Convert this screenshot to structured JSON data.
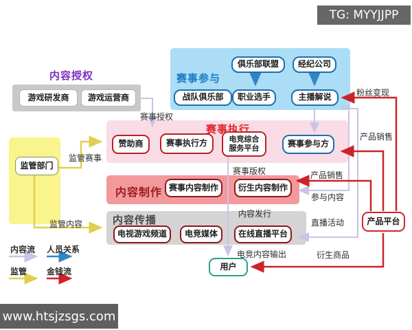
{
  "watermark_top": "TG: MYYJJPP",
  "watermark_bottom": "www.htsjzsgs.com",
  "colors": {
    "content_flow": "#c9c4e6",
    "person_relation": "#2f86c5",
    "regulation": "#e0cf4e",
    "money_flow": "#cc2229",
    "participation_bg": "#abddf6",
    "execution_bg": "#fadce6",
    "production_bg": "#f2999c",
    "distribution_bg": "#d5d3d3",
    "regulator_bg": "#f9f48b",
    "licensing_bg": "#c9c9c9"
  },
  "groups": {
    "licensing": {
      "title": "内容授权",
      "box_dev": "游戏研发商",
      "box_op": "游戏运营商"
    },
    "participation": {
      "title": "赛事参与",
      "club_union": "俱乐部联盟",
      "agency": "经纪公司",
      "team_club": "战队俱乐部",
      "pro_player": "职业选手",
      "anchor": "主播解说"
    },
    "execution": {
      "title": "赛事执行",
      "sponsor": "赞助商",
      "executor": "赛事执行方",
      "platform_line1": "电竞综合",
      "platform_line2": "服务平台",
      "participant": "赛事参与方"
    },
    "production": {
      "title": "内容制作",
      "event_content": "赛事内容制作",
      "derivative_content": "衍生内容制作"
    },
    "distribution": {
      "title": "内容传播",
      "tv_channel": "电视游戏频道",
      "esports_media": "电竞媒体",
      "live_platform": "在线直播平台"
    },
    "regulator": {
      "box": "监管部门"
    },
    "product_platform": {
      "label": "产品平台"
    },
    "user": {
      "label": "用户"
    }
  },
  "edge_labels": {
    "event_license": "赛事授权",
    "regulate_event": "监管赛事",
    "regulate_content": "监管内容",
    "event_copyright": "赛事版权",
    "content_publish": "内容发行",
    "esports_output": "电竞内容输出",
    "fan_monetize": "粉丝变现",
    "product_sale_1": "产品销售",
    "product_sale_2": "产品销售",
    "participate_content": "参与内容",
    "live_activity": "直播活动",
    "derivative_goods": "衍生商品"
  },
  "legend": {
    "content_flow": "内容流",
    "person_relation": "人员关系",
    "regulation": "监管",
    "money_flow": "金钱流"
  }
}
